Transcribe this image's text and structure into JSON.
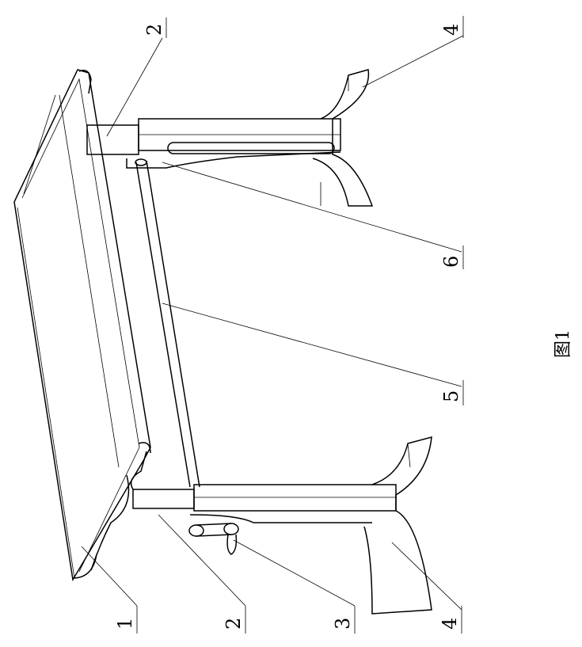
{
  "figure": {
    "caption": "图1",
    "labels": {
      "top_2": "2",
      "top_4": "4",
      "right_6": "6",
      "right_5": "5",
      "bottom_1": "1",
      "bottom_2": "2",
      "bottom_3": "3",
      "bottom_4": "4"
    }
  }
}
